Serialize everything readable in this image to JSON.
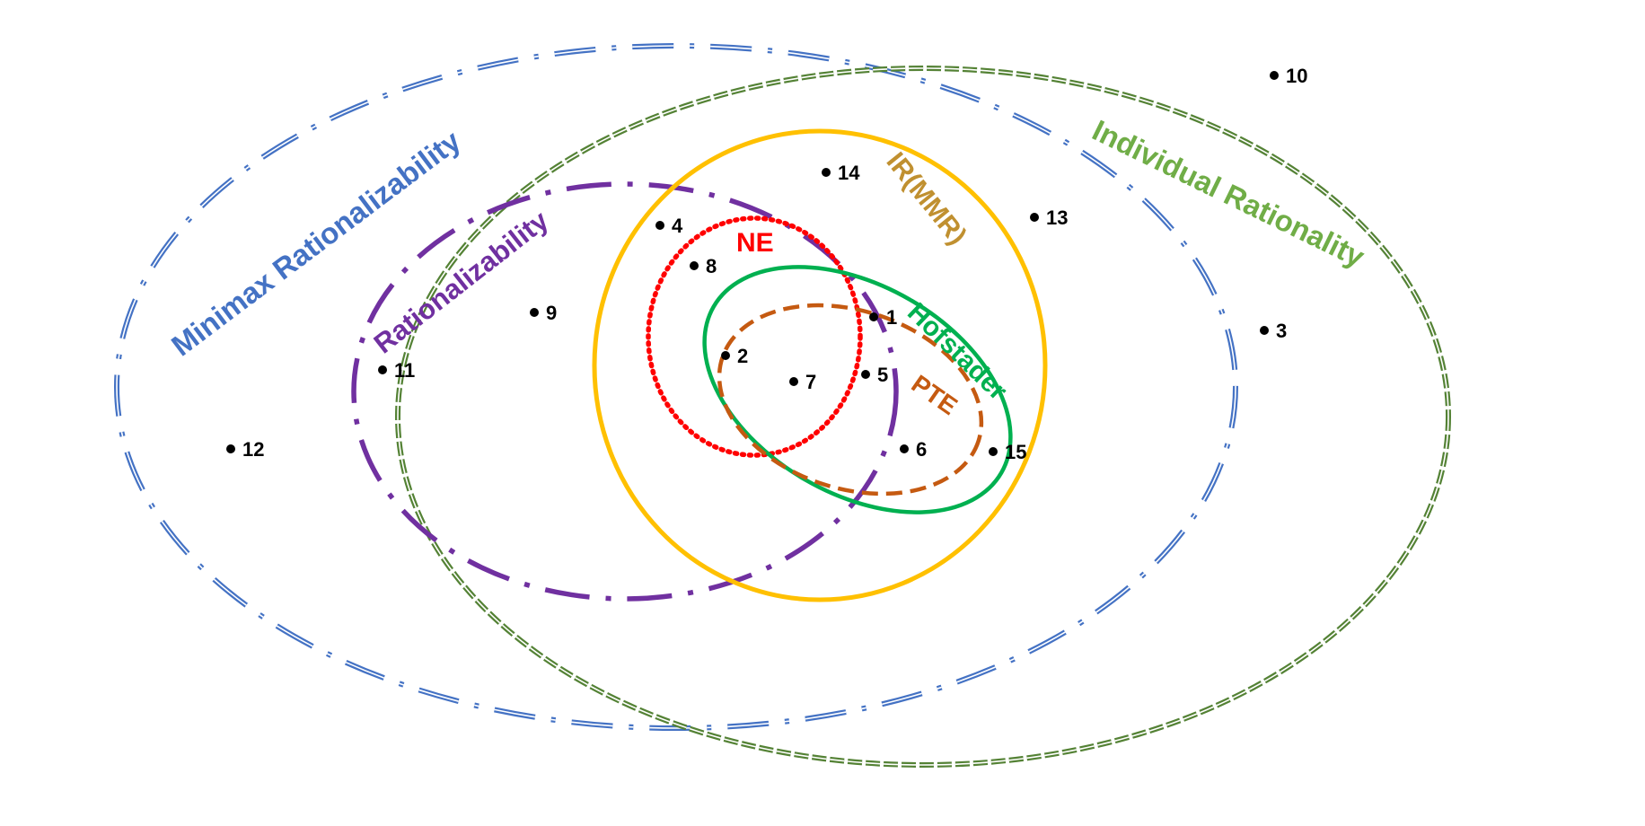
{
  "diagram": {
    "sets": [
      {
        "id": "minimax",
        "label": "Minimax Rationalizability",
        "color": "#4472C4"
      },
      {
        "id": "individual",
        "label": "Individual Rationality",
        "color": "#70AD47"
      },
      {
        "id": "rationalizability",
        "label": "Rationalizability",
        "color": "#7030A0"
      },
      {
        "id": "ir-mmr",
        "label": "IR(MMR)",
        "color": "#C09030"
      },
      {
        "id": "ne",
        "label": "NE",
        "color": "#FF0000"
      },
      {
        "id": "hofstader",
        "label": "Hofstader",
        "color": "#00B050"
      },
      {
        "id": "pte",
        "label": "PTE",
        "color": "#C55A11"
      }
    ],
    "points": [
      "1",
      "2",
      "3",
      "4",
      "5",
      "6",
      "7",
      "8",
      "9",
      "10",
      "11",
      "12",
      "13",
      "14",
      "15"
    ]
  }
}
